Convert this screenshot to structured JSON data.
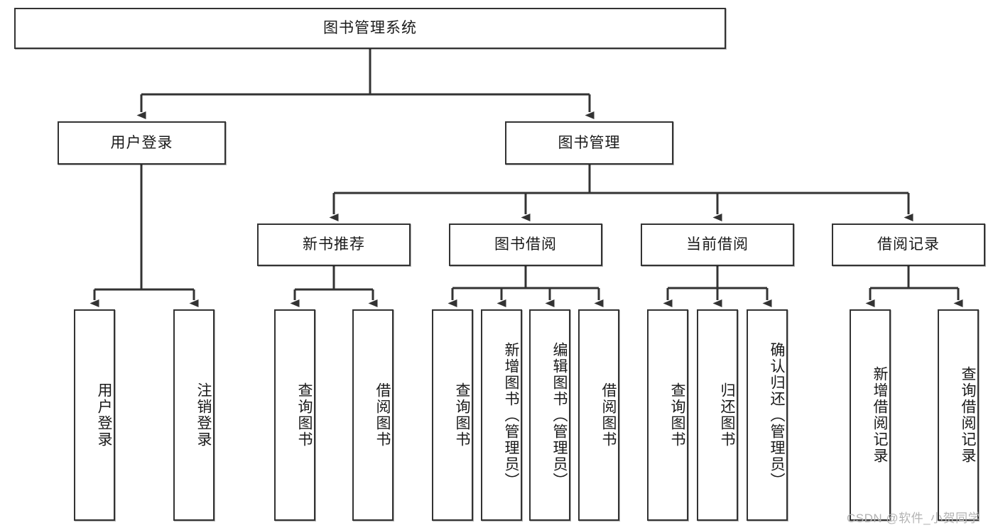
{
  "diagram": {
    "type": "hierarchy-tree",
    "title": "图书管理系统",
    "watermark": "CSDN @软件_小贺同学",
    "colors": {
      "stroke": "#333333",
      "fill": "#ffffff",
      "text": "#1a1a1a",
      "watermark": "#b3b3b3"
    },
    "levels": {
      "root": {
        "label": "图书管理系统"
      },
      "level2": [
        {
          "label": "用户登录"
        },
        {
          "label": "图书管理"
        }
      ],
      "level3": [
        {
          "label": "新书推荐"
        },
        {
          "label": "图书借阅"
        },
        {
          "label": "当前借阅"
        },
        {
          "label": "借阅记录"
        }
      ],
      "leaves": {
        "user_login": [
          {
            "label": "用户登录"
          },
          {
            "label": "注销登录"
          }
        ],
        "new_book_recommend": [
          {
            "label": "查询图书"
          },
          {
            "label": "借阅图书"
          }
        ],
        "book_borrow": [
          {
            "label": "查询图书"
          },
          {
            "label": "新增图书（管理员）"
          },
          {
            "label": "编辑图书（管理员）"
          },
          {
            "label": "借阅图书"
          }
        ],
        "current_borrow": [
          {
            "label": "查询图书"
          },
          {
            "label": "归还图书"
          },
          {
            "label": "确认归还（管理员）"
          }
        ],
        "borrow_record": [
          {
            "label": "新增借阅记录"
          },
          {
            "label": "查询借阅记录"
          }
        ]
      }
    }
  }
}
